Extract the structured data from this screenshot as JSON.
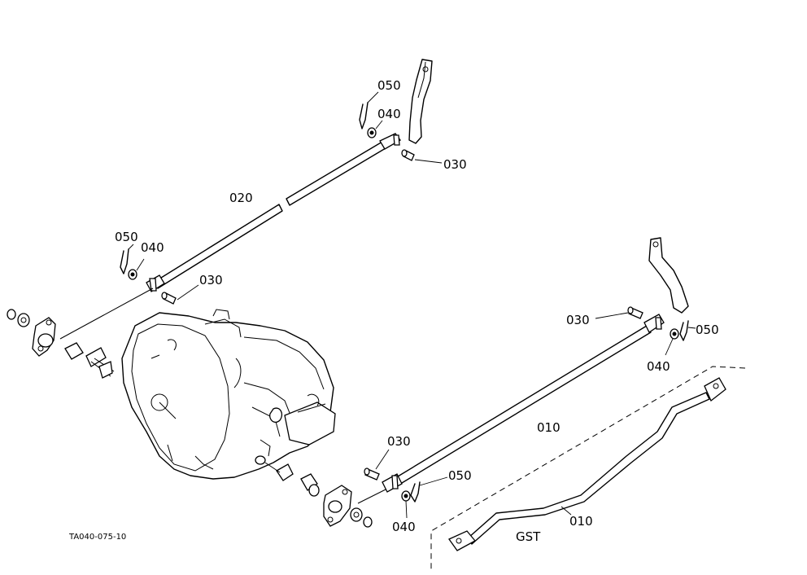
{
  "callouts": {
    "upper_050": "050",
    "upper_040": "040",
    "upper_030": "030",
    "rod_020": "020",
    "left_050": "050",
    "left_040": "040",
    "left_030": "030",
    "right_030": "030",
    "right_050": "050",
    "right_040": "040",
    "rod_010": "010",
    "lower_030": "030",
    "lower_050": "050",
    "lower_040": "040",
    "gst_010": "010",
    "gst_label": "GST"
  },
  "drawing_code": "TA040-075-10"
}
